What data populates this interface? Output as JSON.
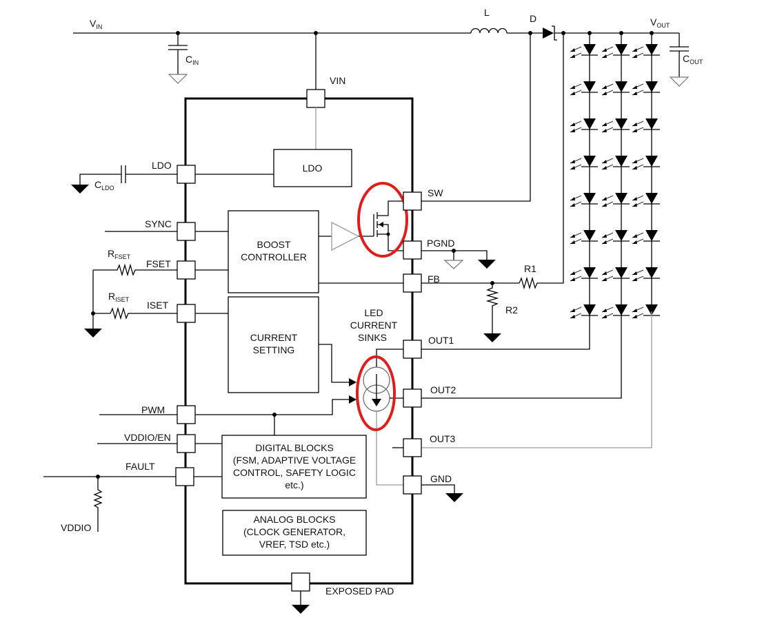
{
  "diagram": {
    "type": "block-diagram",
    "title": "LED driver boost converter block diagram",
    "external": {
      "vin": "V",
      "vin_sub": "IN",
      "cin": "C",
      "cin_sub": "IN",
      "inductor": "L",
      "diode": "D",
      "vout": "V",
      "vout_sub": "OUT",
      "cout": "C",
      "cout_sub": "OUT",
      "cldo": "C",
      "cldo_sub": "LDO",
      "rfset": "R",
      "rfset_sub": "FSET",
      "riset": "R",
      "riset_sub": "ISET",
      "r1": "R1",
      "r2": "R2",
      "vddio": "VDDIO"
    },
    "pins": {
      "vin": "VIN",
      "ldo": "LDO",
      "sync": "SYNC",
      "fset": "FSET",
      "iset": "ISET",
      "pwm": "PWM",
      "vddio_en": "VDDIO/EN",
      "fault": "FAULT",
      "sw": "SW",
      "pgnd": "PGND",
      "fb": "FB",
      "out1": "OUT1",
      "out2": "OUT2",
      "out3": "OUT3",
      "gnd": "GND",
      "exposed_pad": "EXPOSED PAD"
    },
    "blocks": {
      "ldo": [
        "LDO"
      ],
      "boost": [
        "BOOST",
        "CONTROLLER"
      ],
      "current_setting": [
        "CURRENT",
        "SETTING"
      ],
      "sinks_label": [
        "LED",
        "CURRENT",
        "SINKS"
      ],
      "digital": [
        "DIGITAL BLOCKS",
        "(FSM, ADAPTIVE VOLTAGE",
        "CONTROL, SAFETY LOGIC",
        "etc.)"
      ],
      "analog": [
        "ANALOG BLOCKS",
        "(CLOCK GENERATOR,",
        "VREF, TSD etc.)"
      ]
    },
    "led_array": {
      "strings": 3,
      "leds_per_string": 8
    },
    "highlights": [
      {
        "target": "boost-switch-mosfet",
        "color": "#e21b1b"
      },
      {
        "target": "led-current-sink-sources",
        "color": "#e21b1b"
      }
    ]
  }
}
